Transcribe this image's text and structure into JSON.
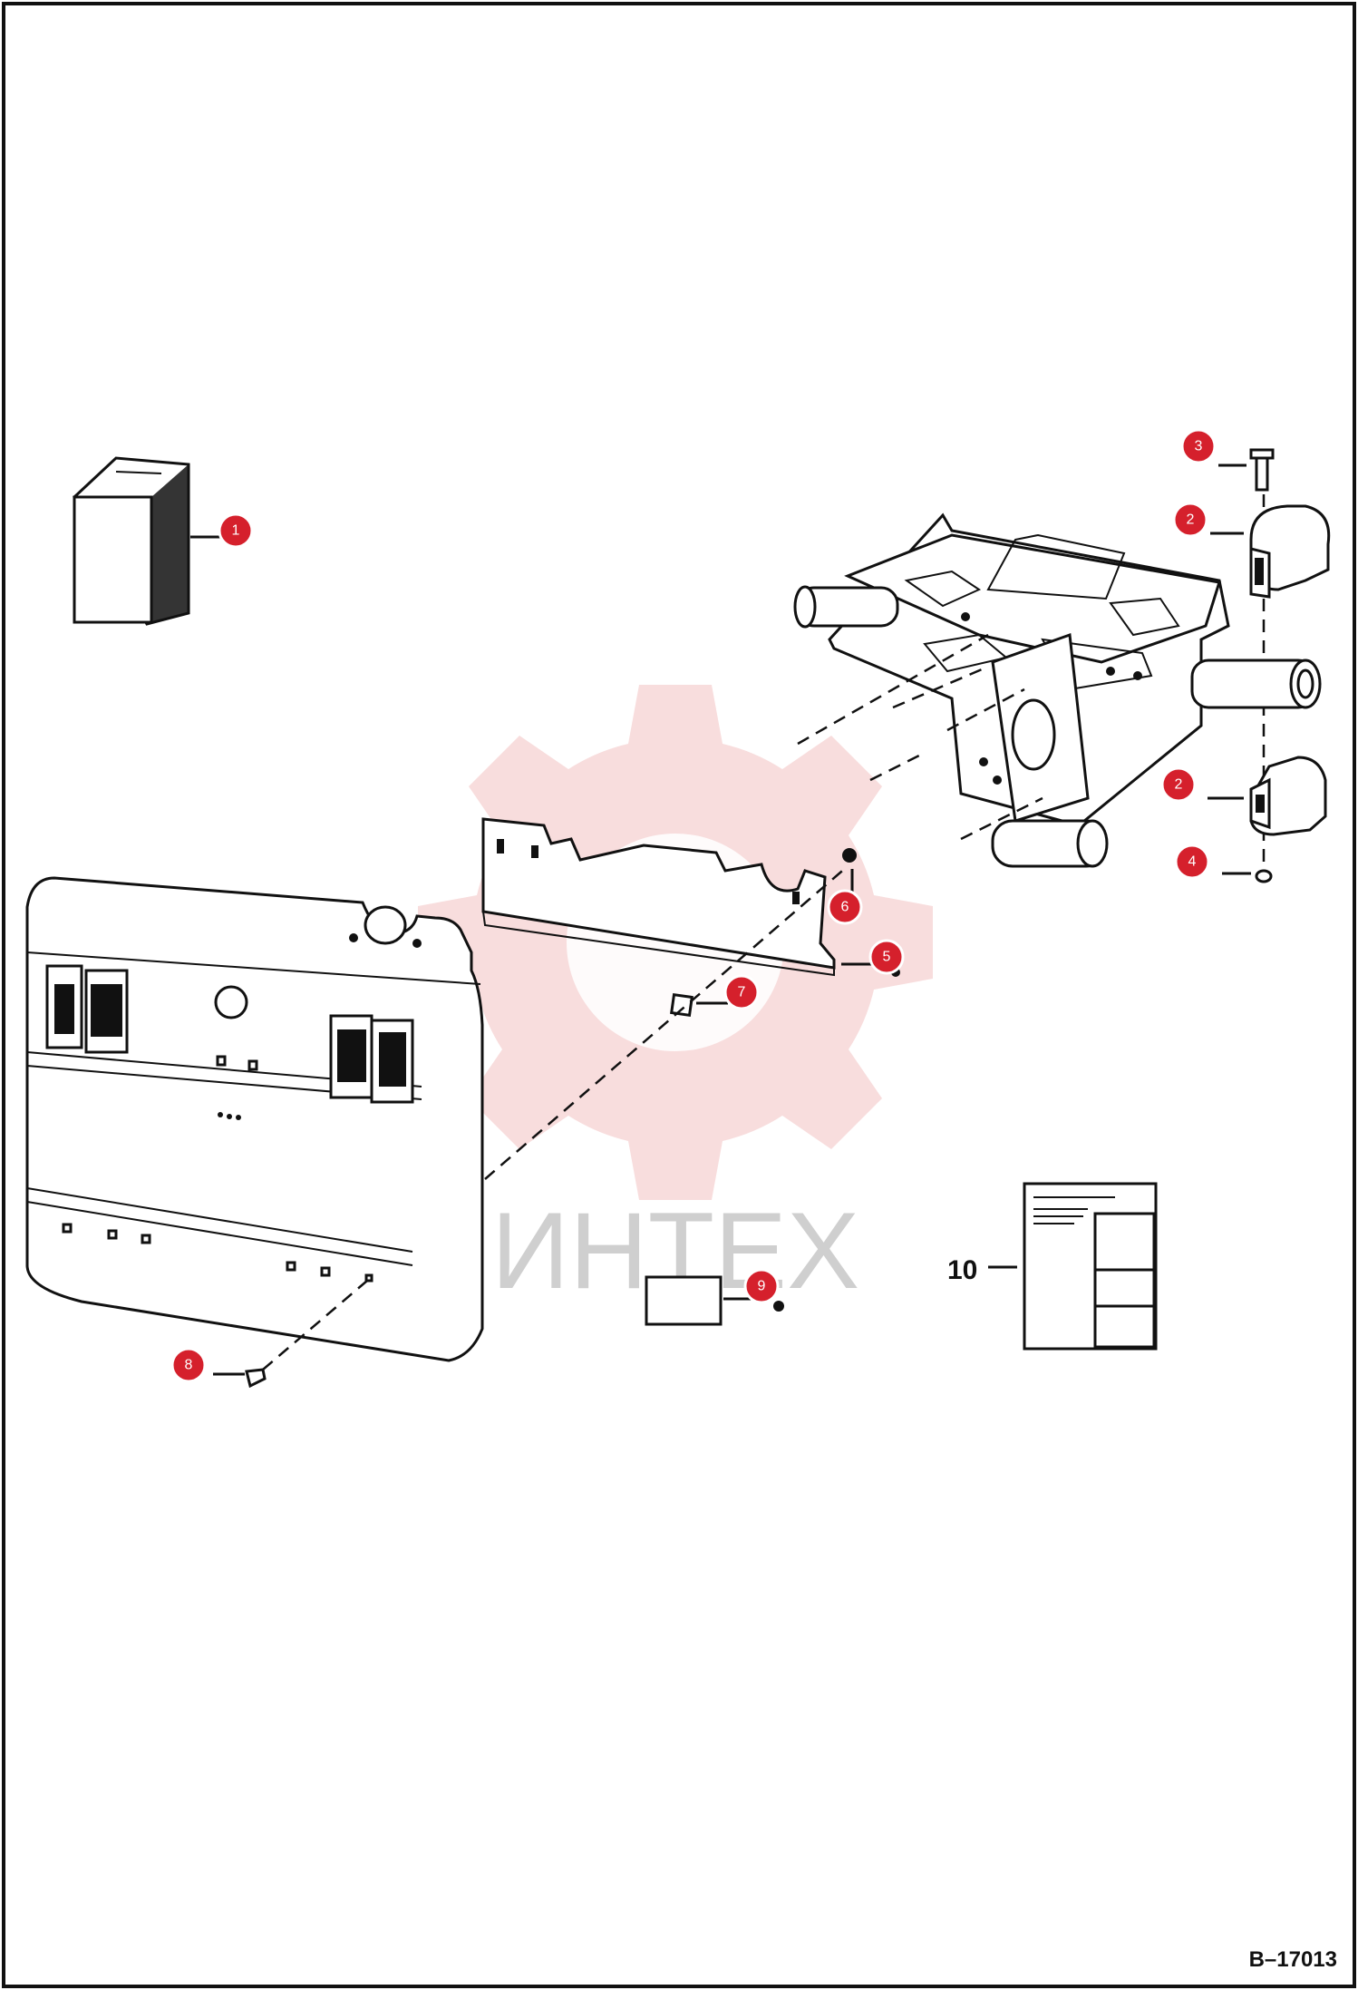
{
  "drawing_number": "B–17013",
  "watermark_text": "ИНТЕХ",
  "colors": {
    "marker": "#d5202c",
    "watermark_gear": "#f3c2c2",
    "watermark_text": "#cfcfcf",
    "line": "#111111"
  },
  "callout_10_label": "10",
  "markers": [
    {
      "label": "1"
    },
    {
      "label": "2"
    },
    {
      "label": "2"
    },
    {
      "label": "3"
    },
    {
      "label": "4"
    },
    {
      "label": "5"
    },
    {
      "label": "6"
    },
    {
      "label": "7"
    },
    {
      "label": "8"
    },
    {
      "label": "9"
    }
  ]
}
